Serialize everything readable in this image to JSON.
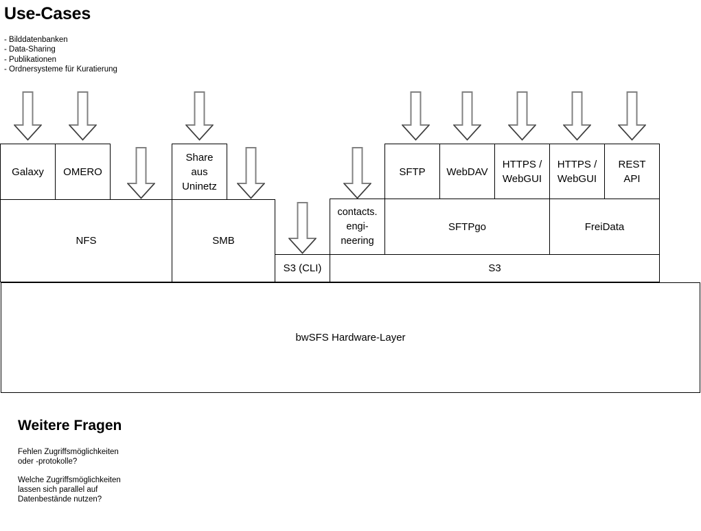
{
  "slide": {
    "usecases": {
      "title": "Use-Cases",
      "items": [
        "- Bilddatenbanken",
        "- Data-Sharing",
        "- Publikationen",
        "- Ordnersysteme für Kuratierung"
      ]
    },
    "questions": {
      "title": "Weitere Fragen",
      "paragraphs": [
        "Fehlen Zugriffsmöglichkeiten\noder -protokolle?",
        "Welche Zugriffsmöglichkeiten\nlassen sich parallel auf\nDatenbestände nutzen?"
      ]
    }
  },
  "diagram": {
    "application_row": [
      {
        "label": "Galaxy"
      },
      {
        "label": "OMERO"
      },
      {
        "label": "Share\naus\nUninetz"
      },
      {
        "label": "contacts.\nengi-\nneering"
      },
      {
        "label": "SFTP"
      },
      {
        "label": "WebDAV"
      },
      {
        "label": "HTTPS /\nWebGUI"
      },
      {
        "label": "HTTPS /\nWebGUI"
      },
      {
        "label": "REST\nAPI"
      }
    ],
    "service_row": [
      {
        "label": "NFS"
      },
      {
        "label": "SMB"
      },
      {
        "label": "SFTPgo"
      },
      {
        "label": "FreiData"
      }
    ],
    "protocol_row": [
      {
        "label": "S3 (CLI)"
      },
      {
        "label": "S3"
      }
    ],
    "hardware": {
      "label": "bwSFS Hardware-Layer"
    },
    "arrow_color": "#808080",
    "arrow_tip_color": "#000000",
    "box_border_color": "#000000"
  }
}
